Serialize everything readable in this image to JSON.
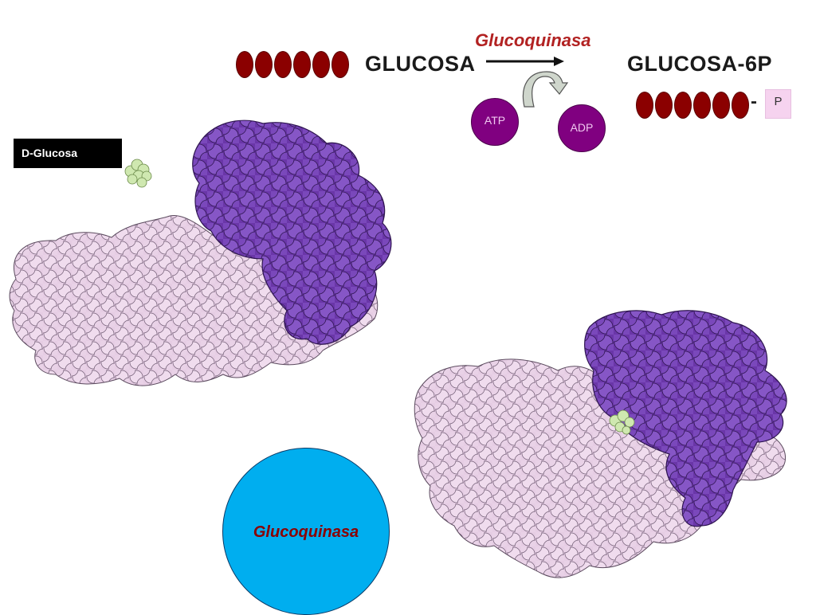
{
  "reaction": {
    "enzyme_label": "Glucoquinasa",
    "substrate_label": "GLUCOSA",
    "product_label": "GLUCOSA-6P",
    "atp_label": "ATP",
    "adp_label": "ADP",
    "phosphate_label": "P",
    "bond_dash": "-"
  },
  "molecule_labels": {
    "glucose_tag": "D-Glucosa",
    "enzyme_circle_label": "Glucoquinasa"
  },
  "colors": {
    "bead": "#8b0000",
    "atp_adp_circle": "#800080",
    "enzyme_light_lobe": "#e8cfe6",
    "enzyme_dark_lobe": "#7a45b8",
    "glucose_molecule": "#cfe8b0",
    "blue_circle": "#00aeef",
    "enzyme_text": "#b22222"
  }
}
